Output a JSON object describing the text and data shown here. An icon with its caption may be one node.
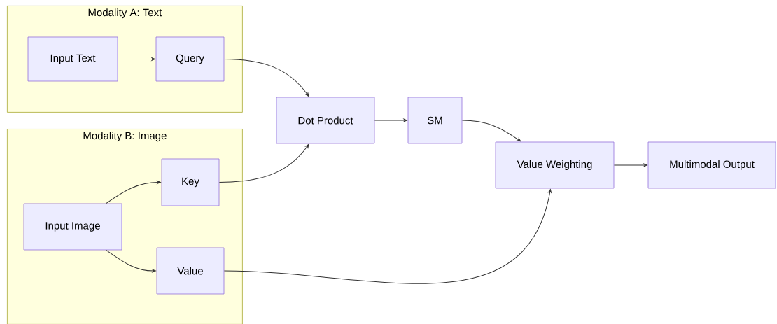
{
  "diagram": {
    "nodes": [
      {
        "text": [
          "Modality A: Text"
        ]
      },
      {
        "text": [
          "Input Text"
        ],
        "in": 0
      },
      {
        "text": [
          "Query"
        ],
        "in": 0
      },
      {
        "text": [
          "Modality B: Image"
        ]
      },
      {
        "text": [
          "Input Image"
        ],
        "in": 3
      },
      {
        "text": [
          "Key"
        ],
        "in": 3
      },
      {
        "text": [
          "Value"
        ],
        "in": 3
      },
      {
        "text": [
          "Dot Product"
        ]
      },
      {
        "text": [
          "SM"
        ]
      },
      {
        "text": [
          "Value Weighting"
        ]
      },
      {
        "text": [
          "Multimodal Output"
        ]
      }
    ],
    "edges": [
      {
        "from": 1,
        "to": 2,
        "arrow": "to"
      },
      {
        "from": 2,
        "to": 7,
        "arrow": "to"
      },
      {
        "from": 4,
        "to": 5,
        "arrow": "to"
      },
      {
        "from": 4,
        "to": 6,
        "arrow": "to"
      },
      {
        "from": 5,
        "to": 7,
        "arrow": "to"
      },
      {
        "from": 7,
        "to": 8,
        "arrow": "to"
      },
      {
        "from": 8,
        "to": 9,
        "arrow": "to"
      },
      {
        "from": 6,
        "to": 9,
        "arrow": "to"
      },
      {
        "from": 9,
        "to": 10,
        "arrow": "to"
      }
    ]
  }
}
